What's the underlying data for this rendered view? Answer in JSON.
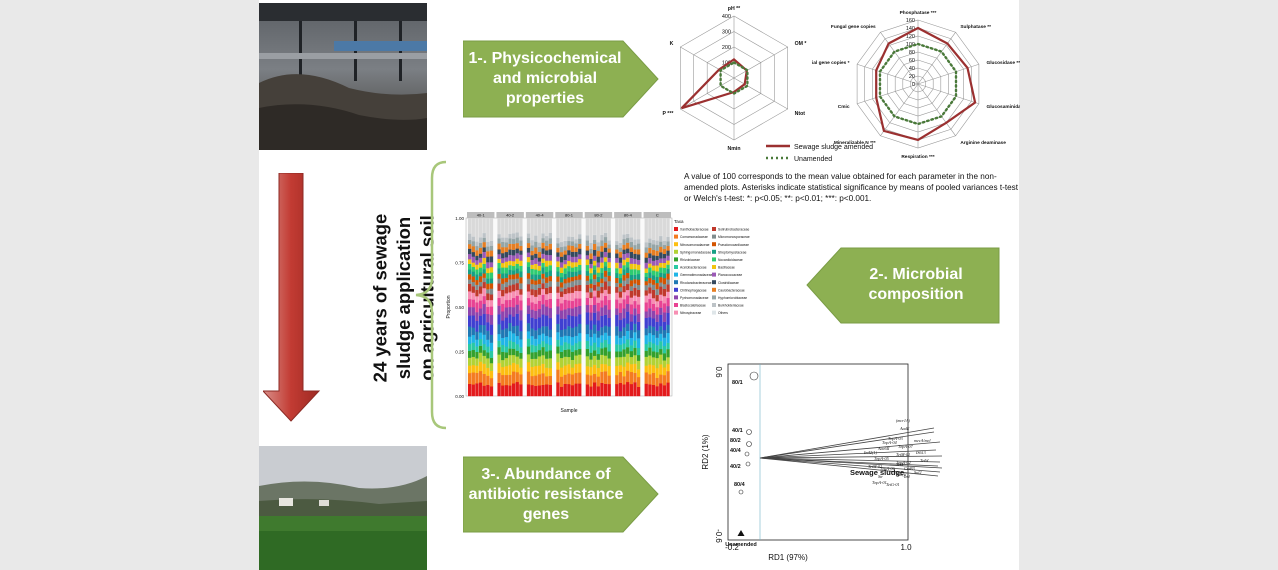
{
  "headline": "24 years of sewage sludge application on agricultural soil",
  "headline_lines": [
    "24 years of sewage",
    "sludge application",
    "on agricultural soil"
  ],
  "arrows": {
    "a1": {
      "lines": [
        "1-. Physicochemical",
        "and microbial",
        "properties"
      ]
    },
    "a2": {
      "lines": [
        "2-. Microbial",
        "composition"
      ]
    },
    "a3": {
      "lines": [
        "3-. Abundance of",
        "antibiotic resistance",
        "genes"
      ]
    }
  },
  "caption": "A value of 100 corresponds to the mean value obtained for each parameter in the non-amended plots. Asterisks indicate statistical significance by means of pooled variances t-test or Welch's t-test: *: p<0.05; **: p<0.01; ***: p<0.001.",
  "colors": {
    "amended": "#9b3030",
    "unamended": "#4a7a3a",
    "arrow_green": "#8db052",
    "arrow_red": "#c0392b"
  },
  "chart_data": [
    {
      "type": "radar",
      "axes": [
        "pH **",
        "OM *",
        "Ntot",
        "Nmin",
        "P ***",
        "K"
      ],
      "ticks": [
        "100",
        "200",
        "300",
        "400"
      ],
      "rmax": 400,
      "series": [
        {
          "name": "Sewage sludge amended",
          "values": [
            120,
            95,
            80,
            90,
            390,
            110
          ]
        },
        {
          "name": "Unamended",
          "values": [
            100,
            100,
            100,
            100,
            100,
            100
          ]
        }
      ],
      "legend": [
        "Sewage sludge amended",
        "Unamended"
      ]
    },
    {
      "type": "radar",
      "axes": [
        "Phosphatase ***",
        "Sulphatase **",
        "Glucosidase ***",
        "Glucosaminidase ***",
        "Arginine deaminase",
        "Respiration ***",
        "Mineralizable N ***",
        "Cmic",
        "Bacterial gene copies *",
        "Fungal gene copies"
      ],
      "ticks": [
        "0",
        "20",
        "40",
        "60",
        "80",
        "100",
        "120",
        "140",
        "160"
      ],
      "rmax": 160,
      "series": [
        {
          "name": "Sewage sludge amended",
          "values": [
            140,
            125,
            130,
            150,
            120,
            140,
            145,
            110,
            110,
            125
          ]
        },
        {
          "name": "Unamended",
          "values": [
            100,
            100,
            100,
            100,
            100,
            100,
            100,
            100,
            100,
            100
          ]
        }
      ]
    },
    {
      "type": "bar",
      "stacked": true,
      "groups": [
        "40-1",
        "40-2",
        "40-4",
        "80-1",
        "80-2",
        "80-4",
        "C"
      ],
      "ylabel": "Proportion",
      "xlabel": "Sample",
      "yticks": [
        "0.00",
        "0.25",
        "0.50",
        "0.75",
        "1.00"
      ],
      "legend_title": "Taxa",
      "taxa": [
        "Xanthobacteraceae",
        "Comamonadaceae",
        "Nitrosomonadaceae",
        "Sphingomonadaceae",
        "Rhizobiaceae",
        "Acetobacteraceae",
        "Gemmatimonadaceae",
        "Rhodanobacteraceae",
        "Chitinophagaceae",
        "Pyrinomonadaceae",
        "Blastocatellaceae",
        "Nitrospiraceae",
        "Solirubrobacteraceae",
        "Micromonosporaceae",
        "Pseudonocardiaceae",
        "Streptomycetaceae",
        "Nocardioidaceae",
        "Bacillaceae",
        "Planococcaceae",
        "Clostridiaceae",
        "Caulobacteraceae",
        "Hyphomicrobiaceae",
        "Burkholderiaceae",
        "Others"
      ]
    },
    {
      "type": "scatter",
      "title": "",
      "xlabel": "RD1 (97%)",
      "ylabel": "RD2 (1%)",
      "xticks": [
        "-0.2",
        "1.0"
      ],
      "yticks": [
        "0.6",
        "-0.6"
      ],
      "samples": [
        "80/1",
        "40/1",
        "80/2",
        "40/4",
        "40/2",
        "80/4",
        "Unamended"
      ],
      "vector_label": "Sewage sludge",
      "genes": [
        "(mcr1A)",
        "AadE",
        "TnpA-03",
        "TnpA-04",
        "mecA/mel",
        "Aac6II",
        "TnpA-07",
        "IntI2(1)",
        "TetM-01",
        "IS613",
        "TnpA-05",
        "TnpA-02",
        "TetW",
        "TetX",
        "TetM-02",
        "TnpA-06",
        "CatB3",
        "Str",
        "Sul2",
        "Aac(6')",
        "TnpA-01",
        "TetG-01",
        "Ind"
      ]
    }
  ]
}
